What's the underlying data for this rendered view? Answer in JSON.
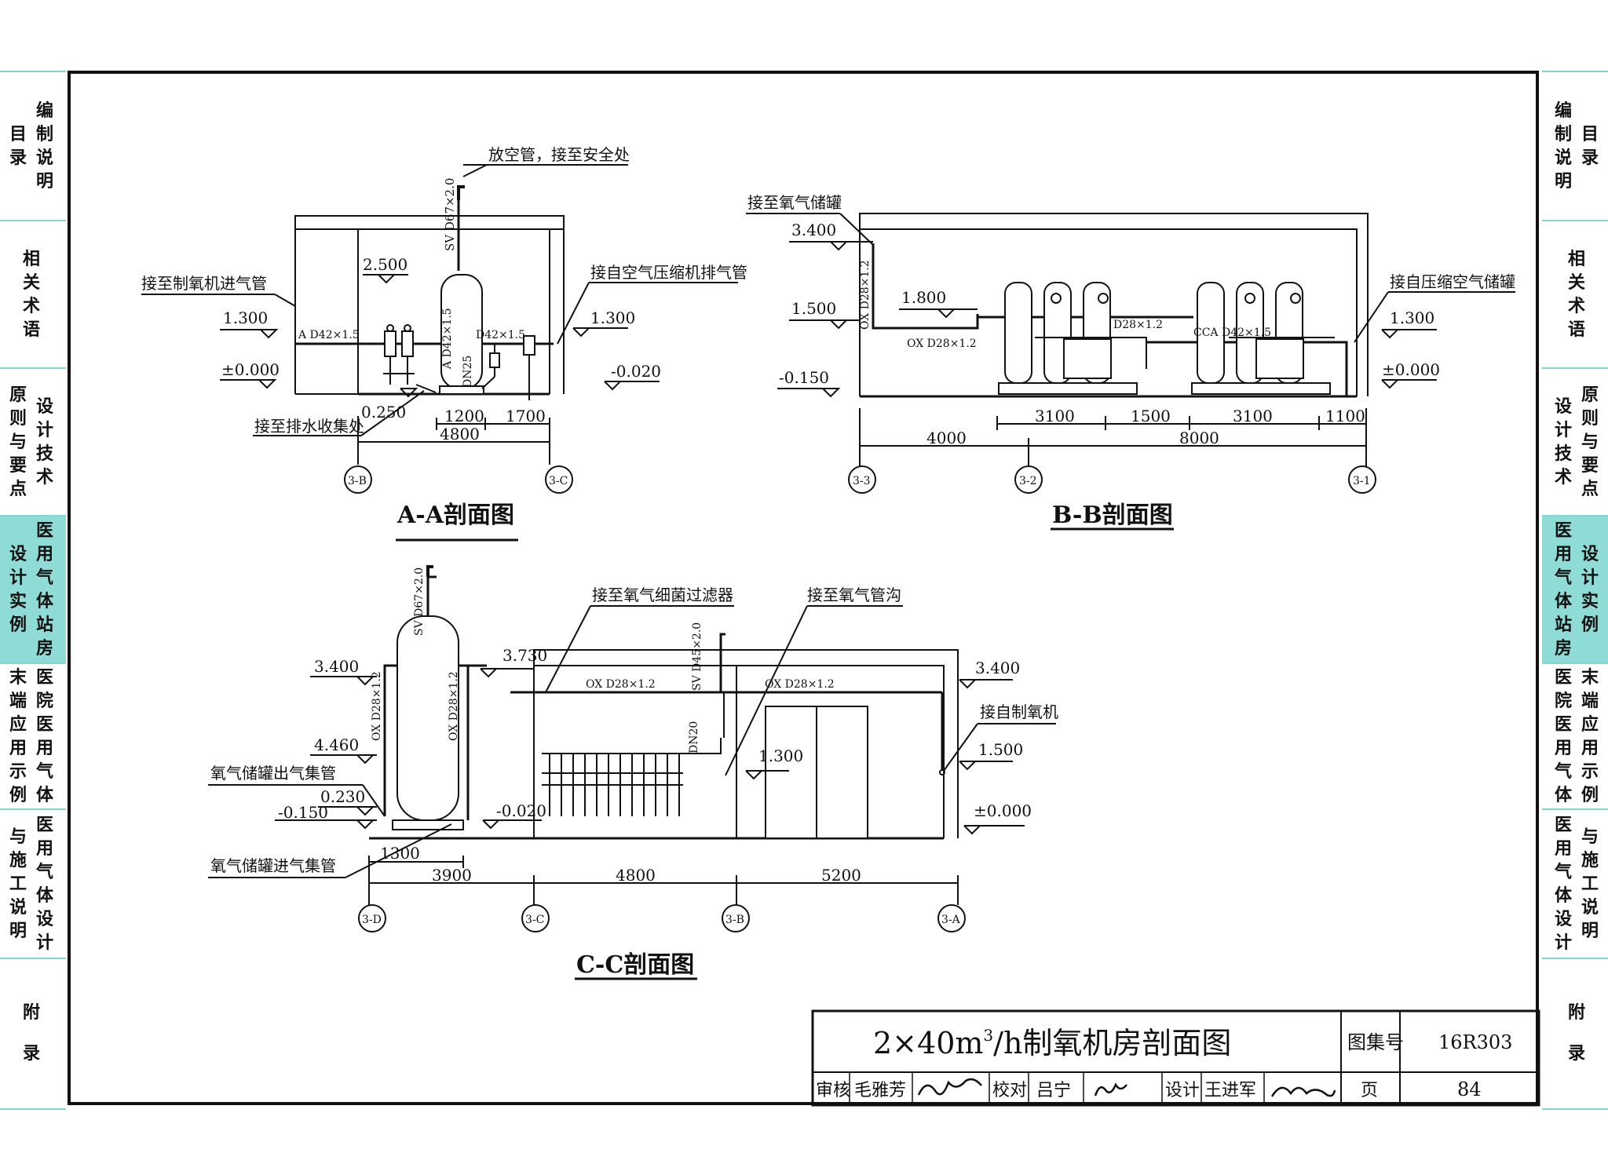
{
  "side_tabs_left": [
    {
      "inner": "目录",
      "outer": "编制说明",
      "active": false
    },
    {
      "inner": "",
      "outer": "相关术语",
      "active": false
    },
    {
      "inner": "原则与要点",
      "outer": "设计技术",
      "active": false
    },
    {
      "inner": "设计实例",
      "outer": "医用气体站房",
      "active": true
    },
    {
      "inner": "末端应用示例",
      "outer": "医院医用气体",
      "active": false
    },
    {
      "inner": "与施工说明",
      "outer": "医用气体设计",
      "active": false
    },
    {
      "inner": "",
      "outer": "附录",
      "active": false
    }
  ],
  "side_tabs_right": [
    {
      "inner": "编制说明",
      "outer": "目录",
      "active": false
    },
    {
      "inner": "相关术语",
      "outer": "",
      "active": false
    },
    {
      "inner": "设计技术",
      "outer": "原则与要点",
      "active": false
    },
    {
      "inner": "医用气体站房",
      "outer": "设计实例",
      "active": true
    },
    {
      "inner": "医院医用气体",
      "outer": "末端应用示例",
      "active": false
    },
    {
      "inner": "医用气体设计",
      "outer": "与施工说明",
      "active": false
    },
    {
      "inner": "附录",
      "outer": "",
      "active": false
    }
  ],
  "section_aa": {
    "title": "A-A剖面图",
    "vent_label": "放空管，接至安全处",
    "vent_pipe": "SV D67×2.0",
    "inlet_label": "接至制氧机进气管",
    "from_compressor": "接自空气压缩机排气管",
    "drain_label": "接至排水收集处",
    "pipe_a": "A D42×1.5",
    "pipe_tank": "A D42×1.5",
    "pipe_right": "D42×1.5",
    "dn": "DN25",
    "el_2500": "2.500",
    "el_1300_left": "1.300",
    "el_1300_right": "1.300",
    "el_000": "±0.000",
    "el_m020": "-0.020",
    "el_0250": "0.250",
    "dim_1200": "1200",
    "dim_1700": "1700",
    "dim_4800": "4800",
    "axis_b": "3-B",
    "axis_c": "3-C"
  },
  "section_bb": {
    "title": "B-B剖面图",
    "to_tank": "接至氧气储罐",
    "from_air_tank": "接自压缩空气储罐",
    "pipe_ox_v": "OX D28×1.2",
    "pipe_ox_h": "OX D28×1.2",
    "pipe_mid": "D28×1.2",
    "pipe_cca": "CCA D42×1.5",
    "el_3400": "3.400",
    "el_1800": "1.800",
    "el_1500": "1.500",
    "el_m150": "-0.150",
    "el_1300": "1.300",
    "el_000": "±0.000",
    "dim_3100a": "3100",
    "dim_1500": "1500",
    "dim_3100b": "3100",
    "dim_1100": "1100",
    "dim_4000": "4000",
    "dim_8000": "8000",
    "axis_3": "3-3",
    "axis_2": "3-2",
    "axis_1": "3-1"
  },
  "section_cc": {
    "title": "C-C剖面图",
    "to_filter": "接至氧气细菌过滤器",
    "to_trench": "接至氧气管沟",
    "from_generator": "接自制氧机",
    "out_header": "氧气储罐出气集管",
    "in_header": "氧气储罐进气集管",
    "pipe_sv67": "SV D67×2.0",
    "pipe_sv45": "SV D45×2.0",
    "pipe_ox_l": "OX D28×1.2",
    "pipe_ox_r": "OX D28×1.2",
    "pipe_ox_h1": "OX D28×1.2",
    "pipe_ox_h2": "OX D28×1.2",
    "dn20": "DN20",
    "el_3400_l": "3.400",
    "el_3730": "3.730",
    "el_4460": "4.460",
    "el_0230": "0.230",
    "el_m150": "-0.150",
    "el_m020": "-0.020",
    "el_1300": "1.300",
    "el_3400_r": "3.400",
    "el_1500": "1.500",
    "el_000": "±0.000",
    "dim_1300": "1300",
    "dim_3900": "3900",
    "dim_4800": "4800",
    "dim_5200": "5200",
    "axis_d": "3-D",
    "axis_c": "3-C",
    "axis_b": "3-B",
    "axis_a": "3-A"
  },
  "title_block": {
    "drawing_title_pre": "2×40m",
    "drawing_title_sup": "3",
    "drawing_title_post": "/h制氧机房剖面图",
    "atlas_label": "图集号",
    "atlas_no": "16R303",
    "review_label": "审核",
    "reviewer": "毛雅芳",
    "check_label": "校对",
    "checker": "吕宁",
    "design_label": "设计",
    "designer": "王进军",
    "page_label": "页",
    "page_no": "84"
  }
}
